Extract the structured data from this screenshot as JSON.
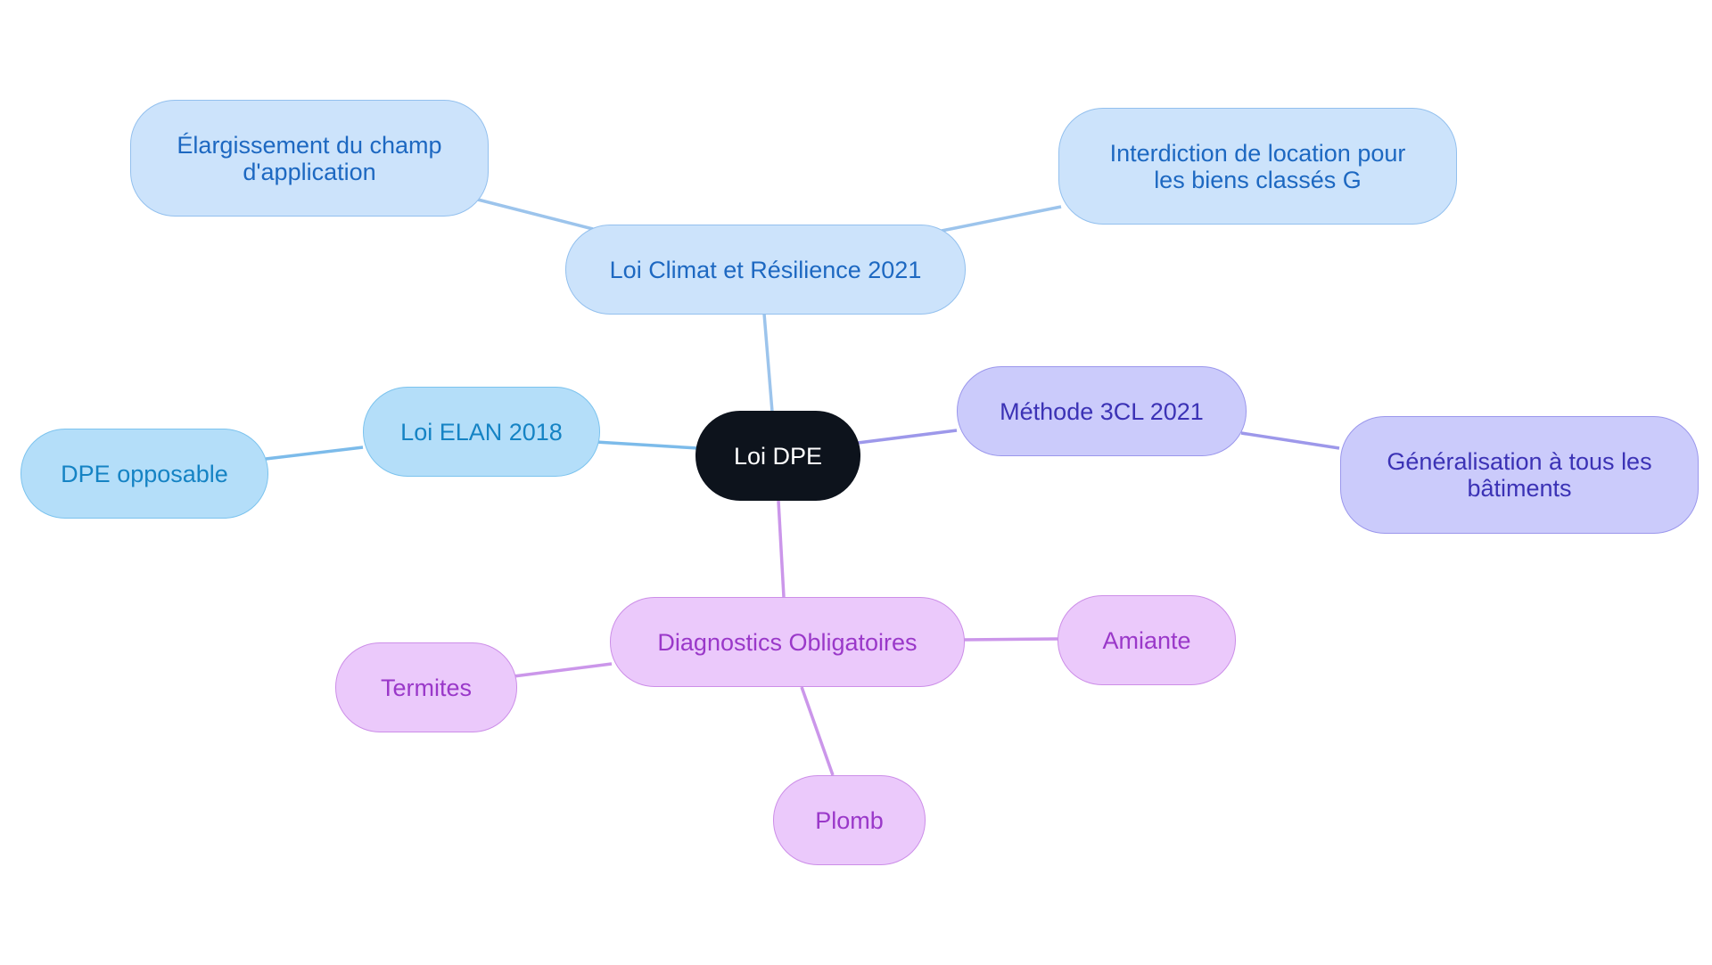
{
  "colors": {
    "root_fill": "#0d131c",
    "blue_fill": "#cce3fb",
    "blue_text": "#1d68c1",
    "blue_line": "#9cc4ec",
    "sky_fill": "#b4def9",
    "sky_text": "#1583c4",
    "sky_line": "#7cbbea",
    "indigo_fill": "#cbcbfb",
    "indigo_text": "#3b32b5",
    "indigo_line": "#9d98ea",
    "violet_fill": "#ebc9fb",
    "violet_text": "#9a38c9",
    "violet_line": "#cb96ea"
  },
  "mindmap": {
    "root": "Loi DPE",
    "climat": {
      "label": "Loi Climat et Résilience 2021",
      "children": [
        {
          "line1": "Élargissement du champ",
          "line2": "d'application"
        },
        {
          "line1": "Interdiction de location pour",
          "line2": "les biens classés G"
        }
      ]
    },
    "elan": {
      "label": "Loi ELAN 2018",
      "children": [
        "DPE opposable"
      ]
    },
    "methode": {
      "label": "Méthode 3CL 2021",
      "children": [
        {
          "line1": "Généralisation à tous les",
          "line2": "bâtiments"
        }
      ]
    },
    "diagnostics": {
      "label": "Diagnostics Obligatoires",
      "children": [
        "Amiante",
        "Termites",
        "Plomb"
      ]
    }
  }
}
